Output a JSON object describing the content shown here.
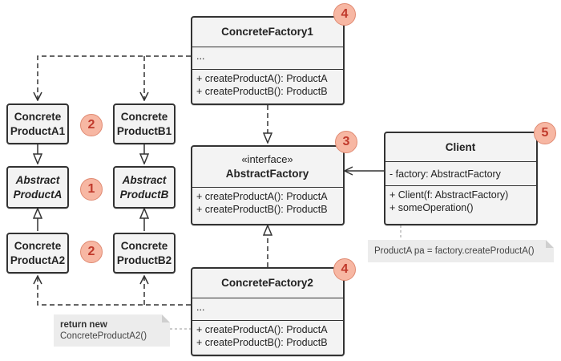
{
  "factories": {
    "cf1": {
      "title": "ConcreteFactory1",
      "fields": "...",
      "methods": [
        "+ createProductA(): ProductA",
        "+ createProductB(): ProductB"
      ],
      "badge": "4"
    },
    "abstract": {
      "stereotype": "«interface»",
      "title": "AbstractFactory",
      "methods": [
        "+ createProductA(): ProductA",
        "+ createProductB(): ProductB"
      ],
      "badge": "3"
    },
    "cf2": {
      "title": "ConcreteFactory2",
      "fields": "...",
      "methods": [
        "+ createProductA(): ProductA",
        "+ createProductB(): ProductB"
      ],
      "badge": "4"
    }
  },
  "client": {
    "title": "Client",
    "fields": "- factory: AbstractFactory",
    "methods": [
      "+ Client(f: AbstractFactory)",
      "+ someOperation()"
    ],
    "badge": "5"
  },
  "products": {
    "cpa1": {
      "line1": "Concrete",
      "line2": "ProductA1",
      "badge": "2"
    },
    "cpb1": {
      "line1": "Concrete",
      "line2": "ProductB1"
    },
    "apa": {
      "line1": "Abstract",
      "line2": "ProductA",
      "badge": "1"
    },
    "apb": {
      "line1": "Abstract",
      "line2": "ProductB"
    },
    "cpa2": {
      "line1": "Concrete",
      "line2": "ProductA2",
      "badge": "2"
    },
    "cpb2": {
      "line1": "Concrete",
      "line2": "ProductB2"
    }
  },
  "notes": {
    "client_note": "ProductA pa = factory.createProductA()",
    "cf2_note_kw": "return new",
    "cf2_note_body": "ConcreteProductA2()"
  },
  "colors": {
    "badge_fill": "#f7b7a3",
    "badge_text": "#c0392b",
    "box_fill": "#f3f3f3",
    "line": "#333333"
  }
}
